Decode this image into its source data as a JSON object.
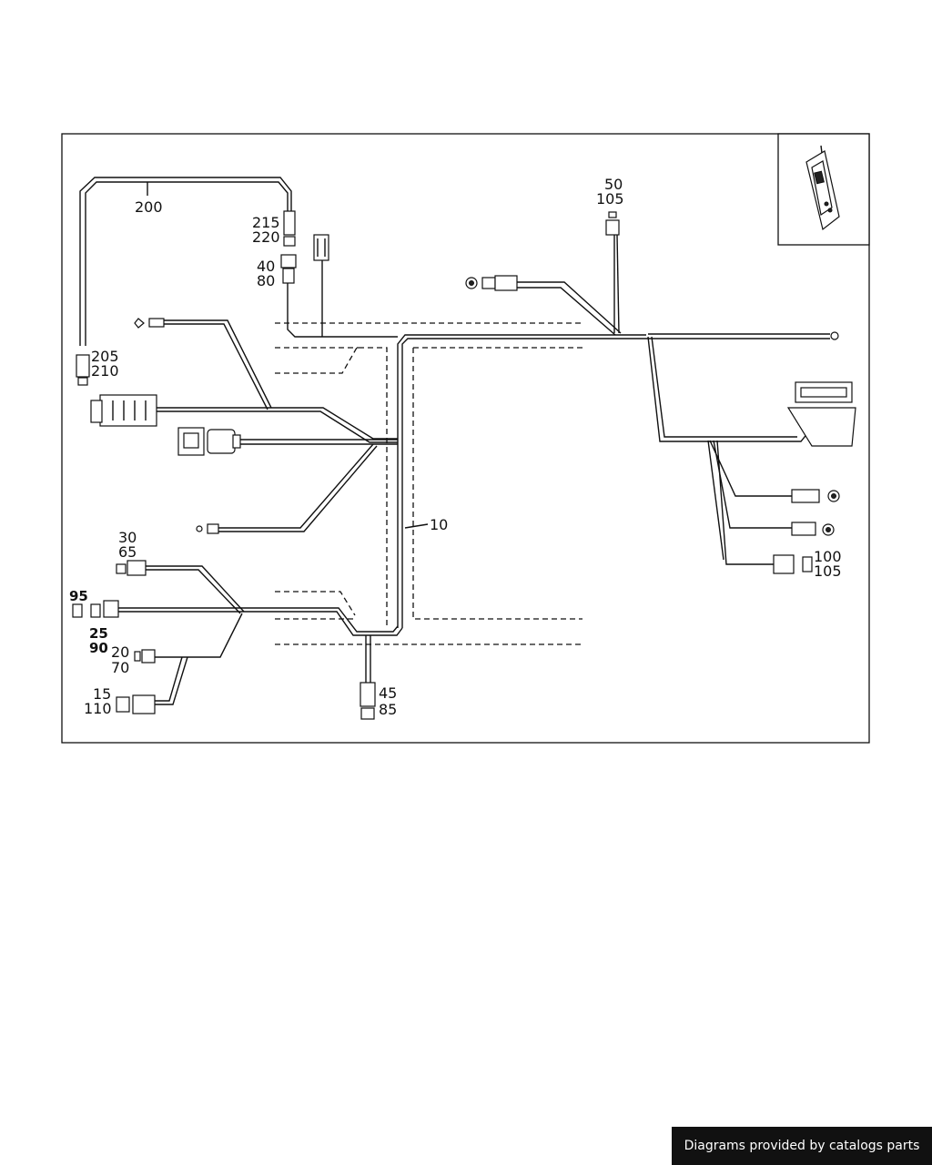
{
  "labels": {
    "main_harness": "10",
    "l200": "200",
    "l215": "215",
    "l220": "220",
    "l40": "40",
    "l80": "80",
    "l205": "205",
    "l210": "210",
    "l50": "50",
    "l105a": "105",
    "l30": "30",
    "l65": "65",
    "l95": "95",
    "l25": "25",
    "l90": "90",
    "l20": "20",
    "l70": "70",
    "l15": "15",
    "l110": "110",
    "l45": "45",
    "l85": "85",
    "l100": "100",
    "l105b": "105"
  },
  "footer": {
    "text": "Diagrams provided by catalogs parts"
  }
}
